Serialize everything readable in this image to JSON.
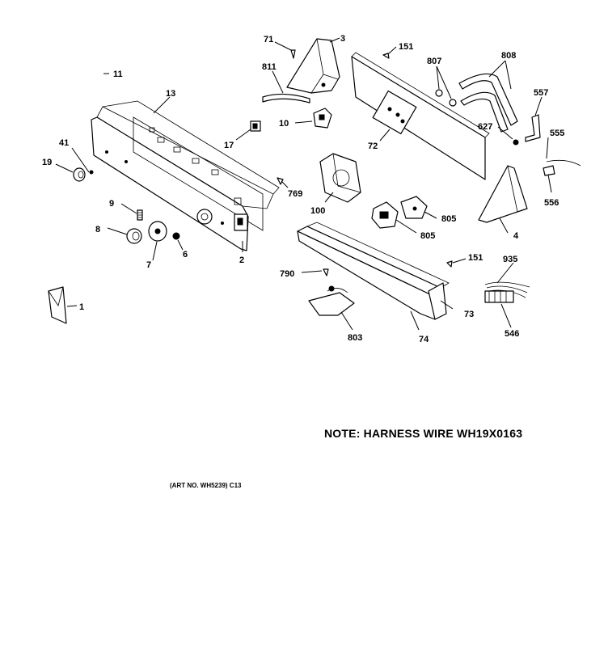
{
  "callouts": {
    "c1": "1",
    "c2": "2",
    "c3": "3",
    "c4": "4",
    "c6": "6",
    "c7": "7",
    "c8": "8",
    "c9": "9",
    "c10": "10",
    "c11": "11",
    "c13": "13",
    "c17": "17",
    "c19": "19",
    "c41": "41",
    "c71": "71",
    "c72": "72",
    "c73": "73",
    "c74": "74",
    "c100": "100",
    "c151a": "151",
    "c151b": "151",
    "c546": "546",
    "c555": "555",
    "c556": "556",
    "c557": "557",
    "c627": "627",
    "c769": "769",
    "c790": "790",
    "c803": "803",
    "c805a": "805",
    "c805b": "805",
    "c807": "807",
    "c808": "808",
    "c811": "811",
    "c935": "935"
  },
  "note": "NOTE: HARNESS WIRE WH19X0163",
  "art_number": "(ART NO. WH5239) C13"
}
